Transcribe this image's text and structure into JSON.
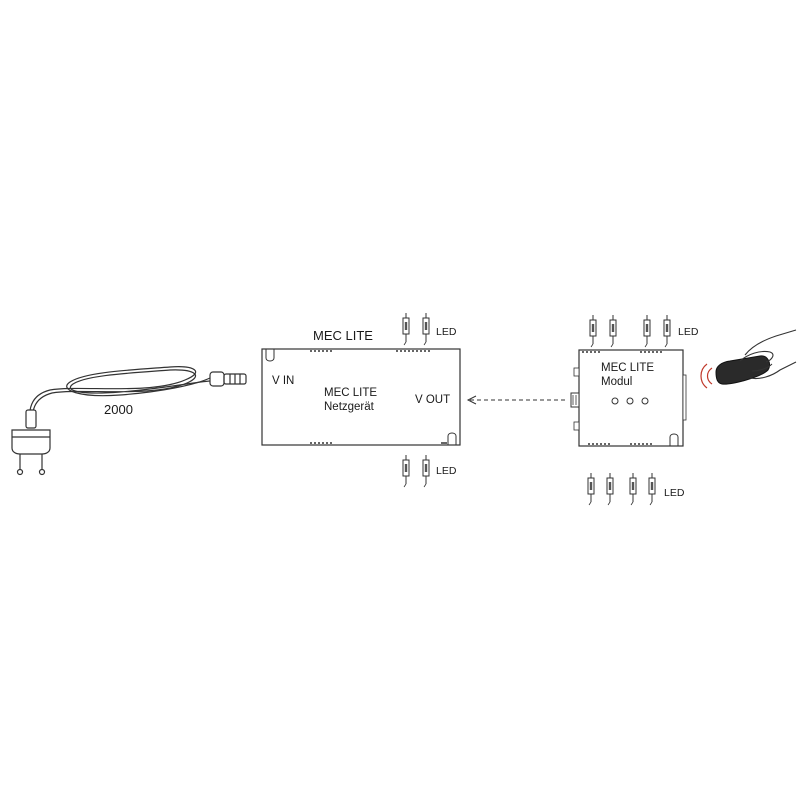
{
  "cable": {
    "length_label": "2000"
  },
  "power_supply": {
    "top_label": "MEC LITE",
    "name": "MEC LITE",
    "subtitle": "Netzgerät",
    "input_label": "V IN",
    "output_label": "V OUT"
  },
  "module": {
    "name": "MEC LITE",
    "subtitle": "Modul"
  },
  "led_groups": {
    "psu_top": "LED",
    "psu_bottom": "LED",
    "module_top": "LED",
    "module_bottom": "LED"
  },
  "icons": {
    "plug": "euro-plug-icon",
    "led": "led-connector-icon",
    "remote": "remote-control-hand-icon"
  },
  "colors": {
    "stroke": "#333333",
    "signal": "#c0392b"
  }
}
